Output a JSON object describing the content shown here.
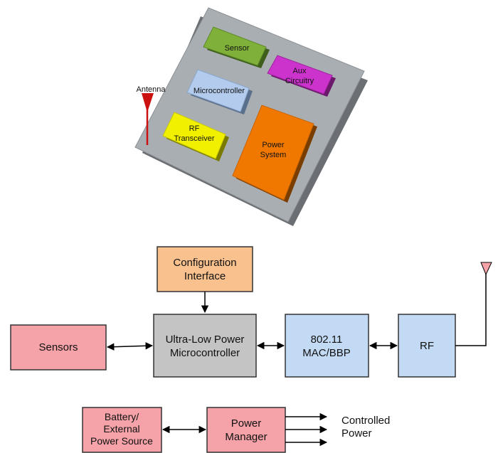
{
  "chip": {
    "antenna_label": "Antenna",
    "sensor": "Sensor",
    "aux_line1": "Aux",
    "aux_line2": "Circuitry",
    "microcontroller": "Microcontroller",
    "rf_line1": "RF",
    "rf_line2": "Transceiver",
    "power_line1": "Power",
    "power_line2": "System"
  },
  "block": {
    "config_line1": "Configuration",
    "config_line2": "Interface",
    "sensors": "Sensors",
    "mcu_line1": "Ultra-Low Power",
    "mcu_line2": "Microcontroller",
    "mac_line1": "802.11",
    "mac_line2": "MAC/BBP",
    "rf": "RF",
    "battery_line1": "Battery/",
    "battery_line2": "External",
    "battery_line3": "Power Source",
    "pm_line1": "Power",
    "pm_line2": "Manager",
    "out_line1": "Controlled",
    "out_line2": "Power"
  },
  "colors": {
    "chip_board": "#a9aeb3",
    "sensor": "#7fb03a",
    "aux": "#cc33cc",
    "micro": "#b3ccee",
    "rf_chip": "#f0f000",
    "power_chip": "#f07800",
    "antenna": "#cc1111",
    "config": "#f9c18e",
    "red_block": "#f5a3a8",
    "gray_block": "#c4c4c4",
    "blue_block": "#c3daf5"
  }
}
